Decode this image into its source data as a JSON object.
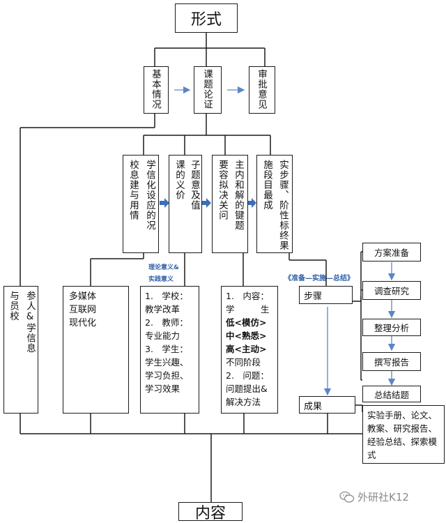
{
  "top": {
    "title": "形式"
  },
  "row1": {
    "basic": "基本情况",
    "demo": "课题论证",
    "review": "审批意见"
  },
  "row2": {
    "bg_col1": "学信化设应的况",
    "bg_col2": "校息建与用情",
    "sig_col1": "子题意及值",
    "sig_col2": "课的义价",
    "main_col1": "主内和解的键题",
    "main_col2": "要容拟决关问",
    "step_col1": "实步骤、阶性标终果",
    "step_col2": "施段目最成"
  },
  "labels": {
    "theory": "理论意义&",
    "practice": "实践意义",
    "phase": "《准备—实施—总结》"
  },
  "row3": {
    "participants_col1": "参人&学信息",
    "participants_col2": "与员校",
    "tech": [
      "多媒体",
      "互联网",
      "现代化"
    ],
    "significance": [
      "1.　学校：",
      "教学改革",
      "2.　教师：",
      "专业能力",
      "3.　学生：",
      "学生兴趣、",
      "学习负担、",
      "学习效果"
    ],
    "content_lines": [
      "1.　内容：",
      "学　　　生",
      "低<模仿>",
      "中<熟悉>",
      "高<主动>",
      "不同阶段",
      "2.　问题：",
      "问题提出&",
      "解决方法"
    ],
    "steps": "步骤",
    "results": "成果"
  },
  "sequence": [
    "方案准备",
    "调查研究",
    "整理分析",
    "撰写报告",
    "总结结题"
  ],
  "outputs": [
    "实验手册、论文、",
    "教案、研究报告、",
    "经验总结、探索模",
    "式"
  ],
  "bottom": {
    "title": "内容"
  },
  "watermark": "外研社K12",
  "colors": {
    "arrow_blue": "#3b6fb6",
    "label_blue": "#2f5fa8",
    "line": "#1a1a1a"
  }
}
